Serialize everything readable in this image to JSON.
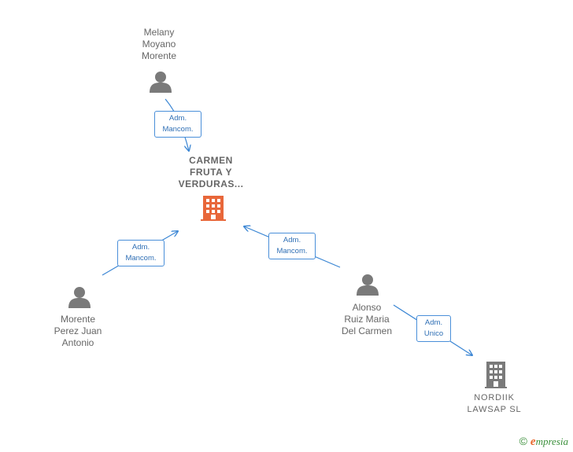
{
  "colors": {
    "edge": "#3b86d4",
    "person_icon": "#7a7a7a",
    "main_company_icon": "#e8673a",
    "company_icon": "#7a7a7a",
    "label_text": "#666666",
    "brand_green": "#3a8f3a",
    "brand_orange": "#e8672b"
  },
  "nodes": {
    "melany": {
      "type": "person",
      "icon": "person-icon",
      "lines": [
        "Melany",
        "Moyano",
        "Morente"
      ]
    },
    "carmen": {
      "type": "company",
      "icon": "building-icon",
      "lines": [
        "CARMEN",
        "FRUTA Y",
        "VERDURAS..."
      ]
    },
    "morente_perez": {
      "type": "person",
      "icon": "person-icon",
      "lines": [
        "Morente",
        "Perez Juan",
        "Antonio"
      ]
    },
    "alonso": {
      "type": "person",
      "icon": "person-icon",
      "lines": [
        "Alonso",
        "Ruiz Maria",
        "Del Carmen"
      ]
    },
    "nordiik": {
      "type": "company",
      "icon": "building-icon",
      "lines": [
        "NORDIIK",
        "LAWSAP  SL"
      ]
    }
  },
  "edges": [
    {
      "from": "melany",
      "to": "carmen",
      "label": [
        "Adm.",
        "Mancom."
      ]
    },
    {
      "from": "morente_perez",
      "to": "carmen",
      "label": [
        "Adm.",
        "Mancom."
      ]
    },
    {
      "from": "alonso",
      "to": "carmen",
      "label": [
        "Adm.",
        "Mancom."
      ]
    },
    {
      "from": "alonso",
      "to": "nordiik",
      "label": [
        "Adm.",
        "Unico"
      ]
    }
  ],
  "brand": {
    "copyright": "©",
    "initial": "e",
    "rest": "mpresia"
  }
}
